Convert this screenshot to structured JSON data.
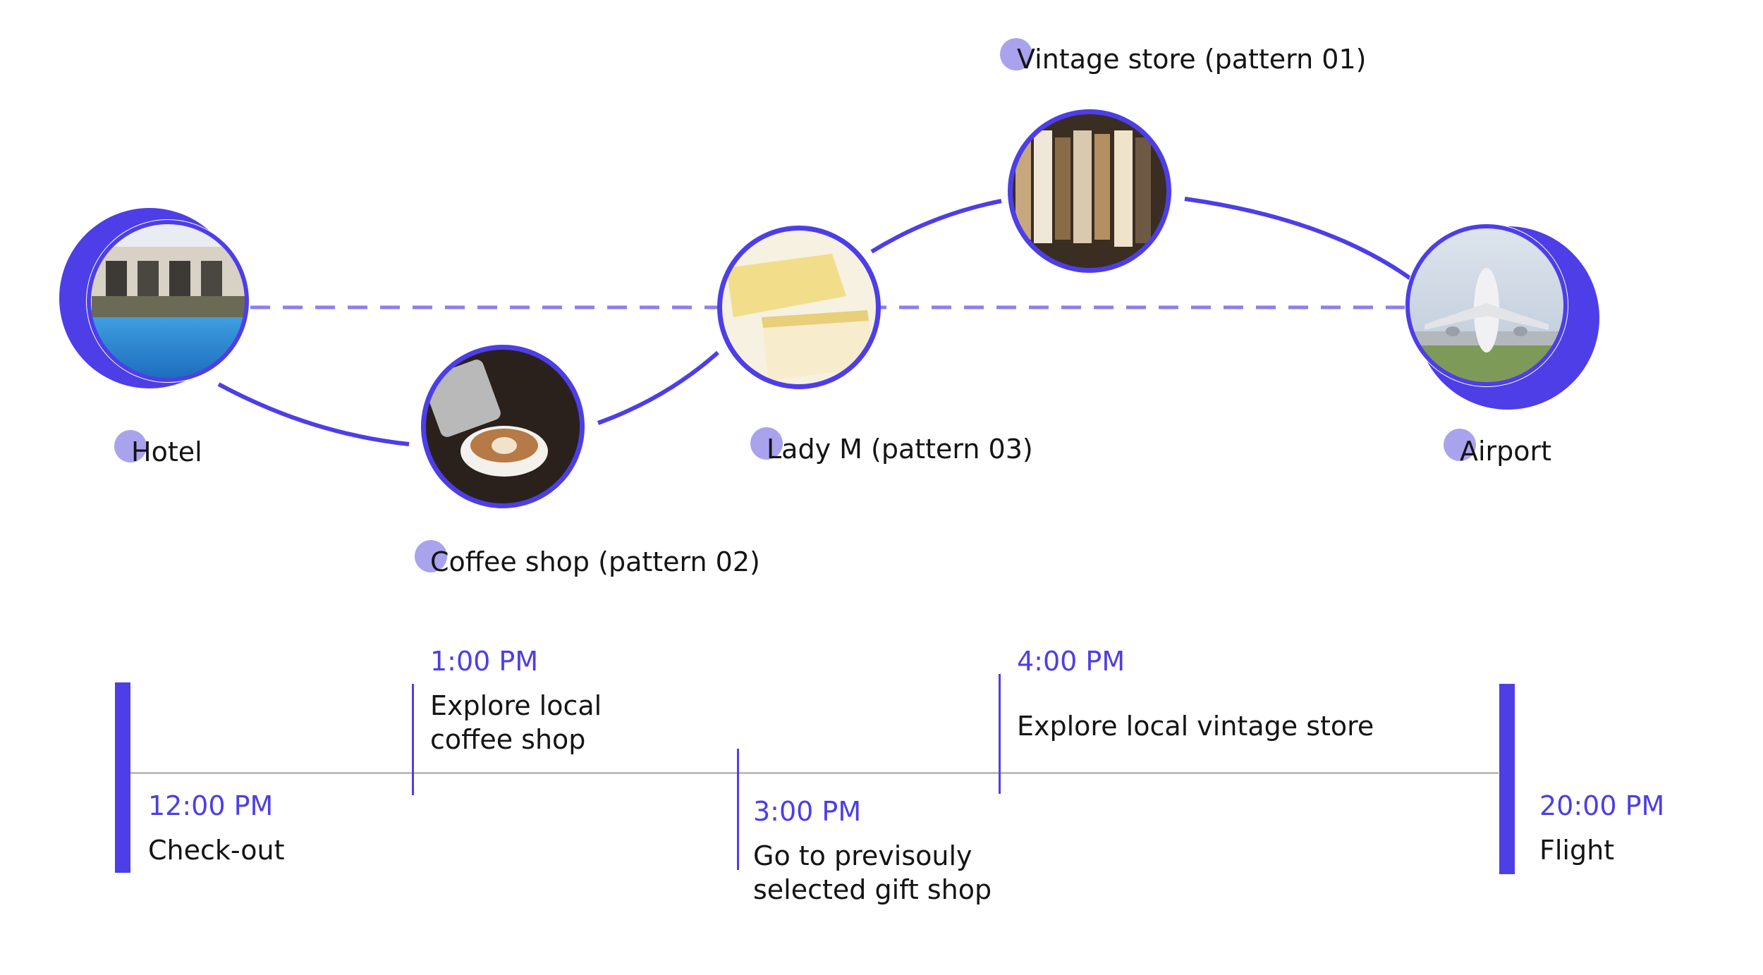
{
  "colors": {
    "accent": "#4d3ee8",
    "dot": "#a9a3ee",
    "dashed": "#8a80ef",
    "axis": "#bdbdbd"
  },
  "route": {
    "stops": [
      {
        "label": "Hotel",
        "icon": "hotel-pool-photo"
      },
      {
        "label": "Coffee shop (pattern 02)",
        "icon": "latte-art-photo"
      },
      {
        "label": "Lady M (pattern 03)",
        "icon": "crepe-cake-photo"
      },
      {
        "label": "Vintage store (pattern 01)",
        "icon": "clothing-rack-photo"
      },
      {
        "label": "Airport",
        "icon": "airplane-photo"
      }
    ]
  },
  "timeline": {
    "events": [
      {
        "time": "12:00 PM",
        "desc": "Check-out"
      },
      {
        "time": "1:00 PM",
        "desc": "Explore local\ncoffee shop"
      },
      {
        "time": "3:00 PM",
        "desc": "Go to previsouly\nselected gift shop"
      },
      {
        "time": "4:00 PM",
        "desc": "Explore local vintage store"
      },
      {
        "time": "20:00 PM",
        "desc": "Flight"
      }
    ]
  }
}
